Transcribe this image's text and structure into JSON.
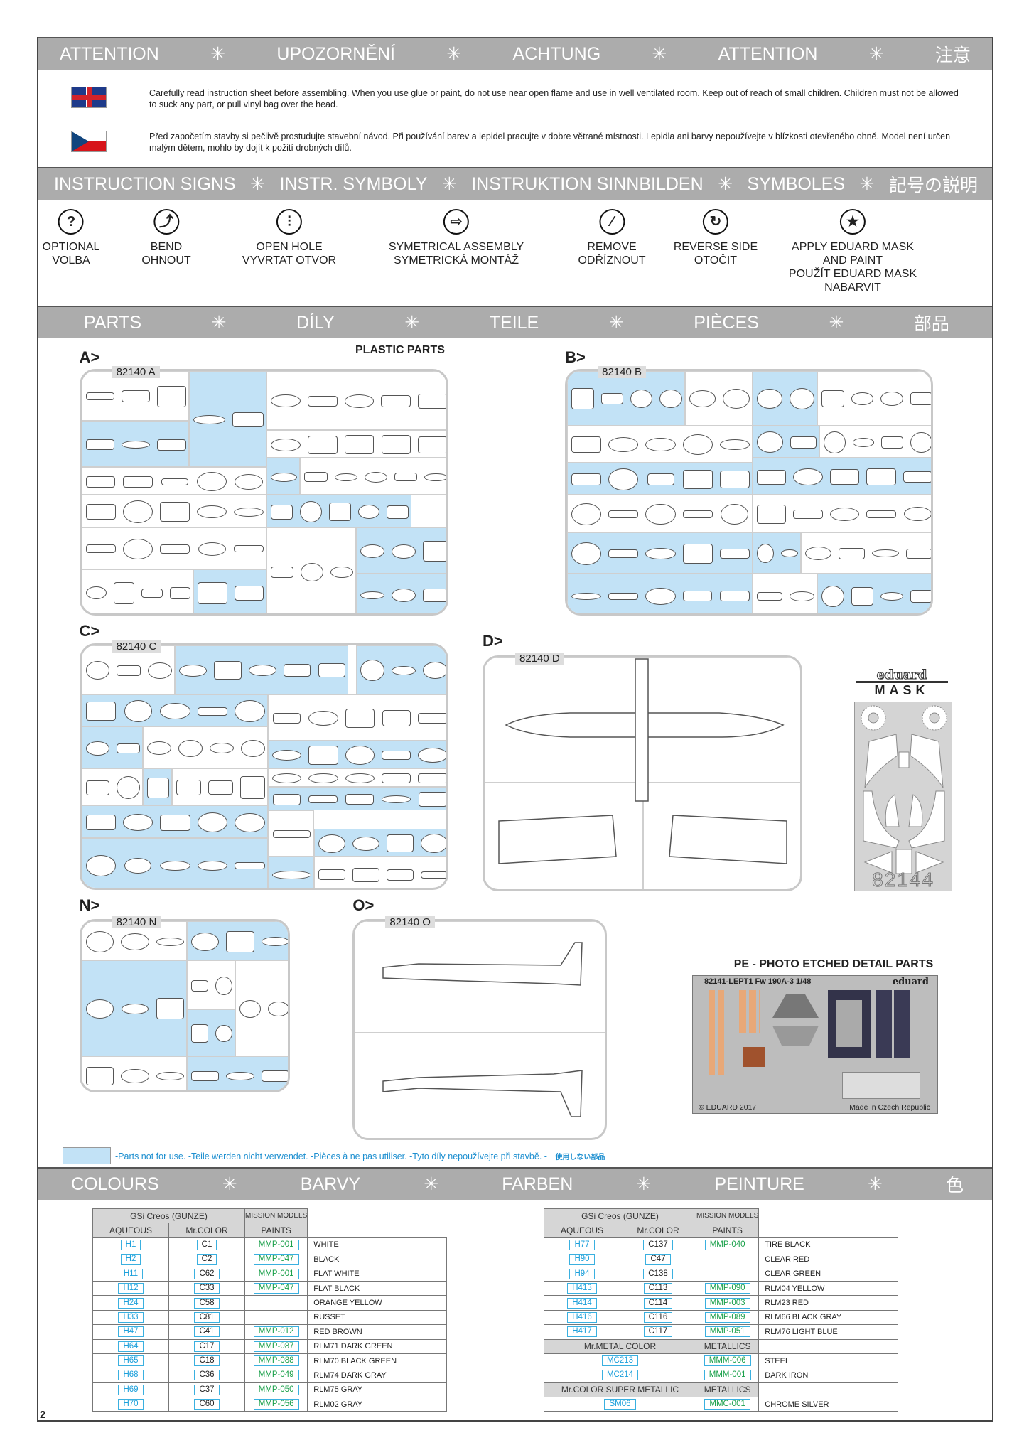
{
  "attention": {
    "header": [
      "ATTENTION",
      "UPOZORNĚNÍ",
      "ACHTUNG",
      "ATTENTION",
      "注意"
    ],
    "separator": "✳",
    "english_text": "Carefully read instruction sheet before assembling. When you use glue or paint, do not use near open flame and use in well ventilated room. Keep out of reach of small children. Children must not be allowed to suck any part, or pull vinyl bag over the head.",
    "czech_text": "Před započetím stavby si pečlivě prostudujte stavební návod. Při používání barev a lepidel pracujte v dobre větrané místnosti. Lepidla ani barvy nepoužívejte v blízkosti otevřeného ohně. Model není určen malým dětem, mohlo by dojít k požití drobných dílů."
  },
  "instruction_signs": {
    "header": [
      "INSTRUCTION SIGNS",
      "INSTR. SYMBOLY",
      "INSTRUKTION  SINNBILDEN",
      "SYMBOLES",
      "記号の説明"
    ],
    "signs": [
      {
        "icon": "question-icon",
        "glyph": "?",
        "lines": [
          "OPTIONAL",
          "VOLBA"
        ]
      },
      {
        "icon": "bend-arrow-icon",
        "glyph": "⤴",
        "lines": [
          "BEND",
          "OHNOUT"
        ]
      },
      {
        "icon": "drill-icon",
        "glyph": "⫶",
        "lines": [
          "OPEN HOLE",
          "VYVRTAT OTVOR"
        ]
      },
      {
        "icon": "symmetric-arrow-icon",
        "glyph": "⇨",
        "lines": [
          "SYMETRICAL ASSEMBLY",
          "SYMETRICKÁ MONTÁŽ"
        ]
      },
      {
        "icon": "knife-icon",
        "glyph": "⁄",
        "lines": [
          "REMOVE",
          "ODŘÍZNOUT"
        ]
      },
      {
        "icon": "reverse-icon",
        "glyph": "↻",
        "lines": [
          "REVERSE SIDE",
          "OTOČIT"
        ]
      },
      {
        "icon": "star-mask-icon",
        "glyph": "★",
        "lines": [
          "APPLY EDUARD MASK",
          "AND PAINT",
          "POUŽÍT EDUARD MASK",
          "NABARVIT"
        ]
      }
    ]
  },
  "parts": {
    "header": [
      "PARTS",
      "DÍLY",
      "TEILE",
      "PIÈCES",
      "部品"
    ],
    "plastic_title": "PLASTIC PARTS",
    "sprues": {
      "A": {
        "label": "A>",
        "code": "82140 A"
      },
      "B": {
        "label": "B>",
        "code": "82140 B"
      },
      "C": {
        "label": "C>",
        "code": "82140 C"
      },
      "D": {
        "label": "D>",
        "code": "82140 D"
      },
      "N": {
        "label": "N>",
        "code": "82140 N"
      },
      "O": {
        "label": "O>",
        "code": "82140 O"
      }
    },
    "mask": {
      "brand": "eduard",
      "title": "MASK",
      "code": "82144"
    },
    "pe": {
      "title": "PE - PHOTO ETCHED DETAIL PARTS",
      "sheet_code": "82141-LEPT1  Fw 190A-3 1/48",
      "brand": "eduard",
      "copyright": "© EDUARD 2017",
      "origin": "Made in Czech Republic"
    },
    "legend": {
      "swatch_color": "#c2e2f6",
      "text": "-Parts not for use. -Teile werden nicht verwendet. -Pièces à ne pas utiliser. -Tyto díly nepoužívejte při stavbě. -",
      "text_jp": "使用しない部品"
    }
  },
  "colours": {
    "header": [
      "COLOURS",
      "BARVY",
      "FARBEN",
      "PEINTURE",
      "色"
    ],
    "table_headers": {
      "brand": "GSi Creos (GUNZE)",
      "mission": "MISSION MODELS",
      "aqueous": "AQUEOUS",
      "mrcolor": "Mr.COLOR",
      "paints": "PAINTS"
    },
    "left": [
      [
        "H1",
        "C1",
        "MMP-001",
        "WHITE"
      ],
      [
        "H2",
        "C2",
        "MMP-047",
        "BLACK"
      ],
      [
        "H11",
        "C62",
        "MMP-001",
        "FLAT WHITE"
      ],
      [
        "H12",
        "C33",
        "MMP-047",
        "FLAT BLACK"
      ],
      [
        "H24",
        "C58",
        "",
        "ORANGE YELLOW"
      ],
      [
        "H33",
        "C81",
        "",
        "RUSSET"
      ],
      [
        "H47",
        "C41",
        "MMP-012",
        "RED BROWN"
      ],
      [
        "H64",
        "C17",
        "MMP-087",
        "RLM71 DARK GREEN"
      ],
      [
        "H65",
        "C18",
        "MMP-088",
        "RLM70 BLACK GREEN"
      ],
      [
        "H68",
        "C36",
        "MMP-049",
        "RLM74 DARK GRAY"
      ],
      [
        "H69",
        "C37",
        "MMP-050",
        "RLM75  GRAY"
      ],
      [
        "H70",
        "C60",
        "MMP-056",
        "RLM02 GRAY"
      ]
    ],
    "right": [
      [
        "H77",
        "C137",
        "MMP-040",
        "TIRE BLACK"
      ],
      [
        "H90",
        "C47",
        "",
        "CLEAR RED"
      ],
      [
        "H94",
        "C138",
        "",
        "CLEAR GREEN"
      ],
      [
        "H413",
        "C113",
        "MMP-090",
        "RLM04 YELLOW"
      ],
      [
        "H414",
        "C114",
        "MMP-003",
        "RLM23 RED"
      ],
      [
        "H416",
        "C116",
        "MMP-089",
        "RLM66 BLACK GRAY"
      ],
      [
        "H417",
        "C117",
        "MMP-051",
        "RLM76 LIGHT BLUE"
      ]
    ],
    "metal": {
      "header": "Mr.METAL COLOR",
      "metallics": "METALLICS",
      "rows": [
        [
          "MC213",
          "MMM-006",
          "STEEL"
        ],
        [
          "MC214",
          "MMM-001",
          "DARK IRON"
        ]
      ]
    },
    "super_metal": {
      "header": "Mr.COLOR SUPER METALLIC",
      "metallics": "METALLICS",
      "rows": [
        [
          "SM06",
          "MMC-001",
          "CHROME SILVER"
        ]
      ]
    }
  },
  "page_number": "2"
}
